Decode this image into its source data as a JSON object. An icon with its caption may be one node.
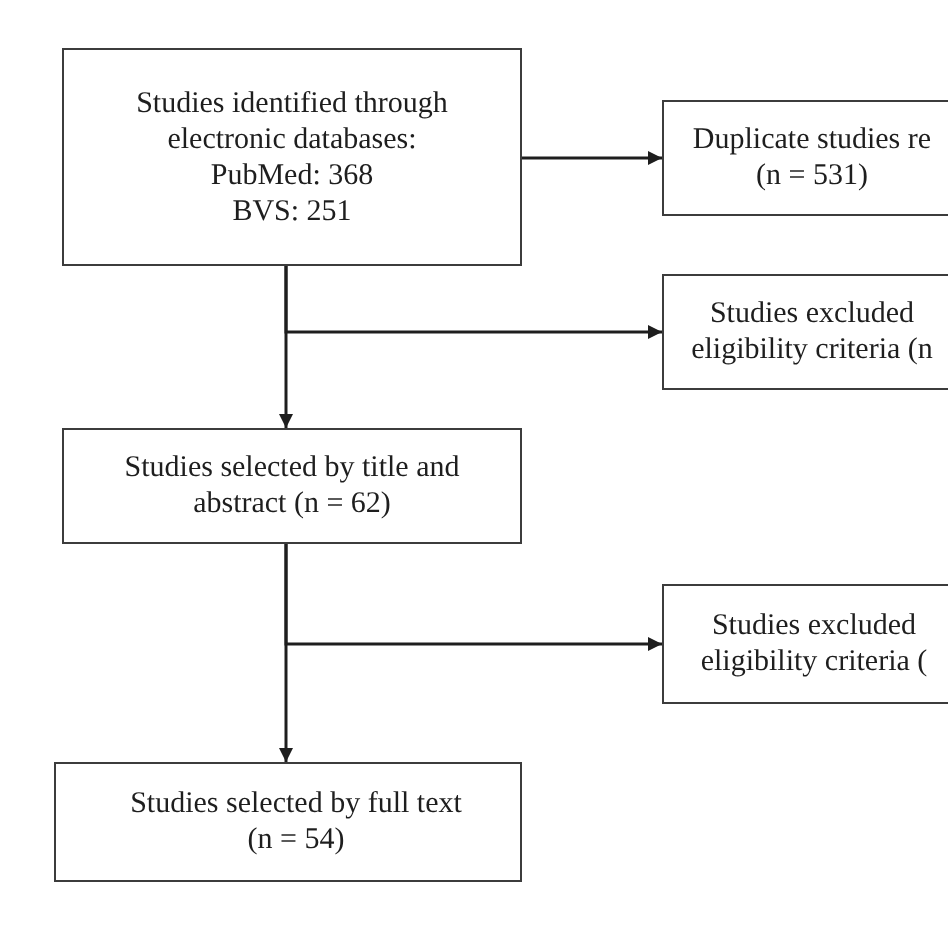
{
  "diagram": {
    "nodes": [
      {
        "text": [
          "Studies identified through electronic databases:",
          "PubMed: 368",
          "BVS: 251"
        ]
      },
      {
        "text": [
          "Duplicate studies re (n = 531)"
        ]
      },
      {
        "text": [
          "Studies excluded eligibility criteria (n"
        ]
      },
      {
        "text": [
          "Studies selected by title and abstract (n = 62)"
        ]
      },
      {
        "text": [
          "Studies excluded eligibility criteria ("
        ]
      },
      {
        "text": [
          "Studies selected by full text (n = 54)"
        ]
      }
    ],
    "edges": [
      {
        "from": 0,
        "to": 1,
        "arrow": "to"
      },
      {
        "from": 0,
        "to": 3,
        "arrow": "to"
      },
      {
        "from": 0,
        "to": 2,
        "arrow": "to"
      },
      {
        "from": 3,
        "to": 5,
        "arrow": "to"
      },
      {
        "from": 3,
        "to": 4,
        "arrow": "to"
      }
    ]
  }
}
